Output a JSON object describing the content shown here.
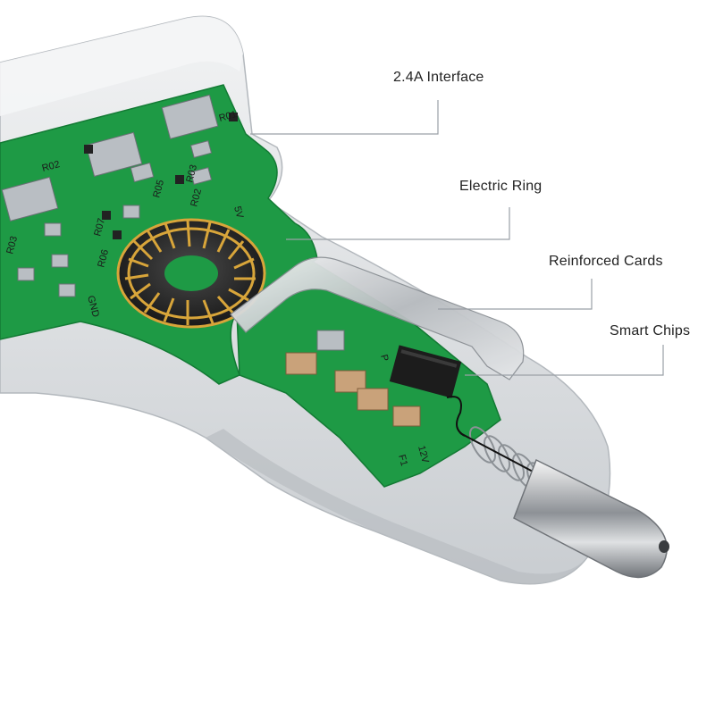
{
  "callouts": {
    "interface": "2.4A Interface",
    "electric_ring": "Electric Ring",
    "reinforced_cards": "Reinforced Cards",
    "smart_chips": "Smart Chips"
  },
  "pcb_labels": {
    "r01": "R01",
    "r02_top": "R02",
    "r03_left": "R03",
    "r03_right": "R03",
    "r05": "R05",
    "r02_mid": "R02",
    "r06": "R06",
    "r07": "R07",
    "v5": "5V",
    "gnd": "GND",
    "f1": "F1",
    "v12": "12V",
    "p": "P"
  },
  "colors": {
    "pcb_green": "#1e9a45",
    "pcb_dark": "#137a34",
    "housing": "#e6e8ea",
    "housing_shadow": "#c4c8cc",
    "coil_copper": "#d8a53a",
    "coil_core": "#2a2a2a",
    "leader_line": "#9aa0a6"
  }
}
